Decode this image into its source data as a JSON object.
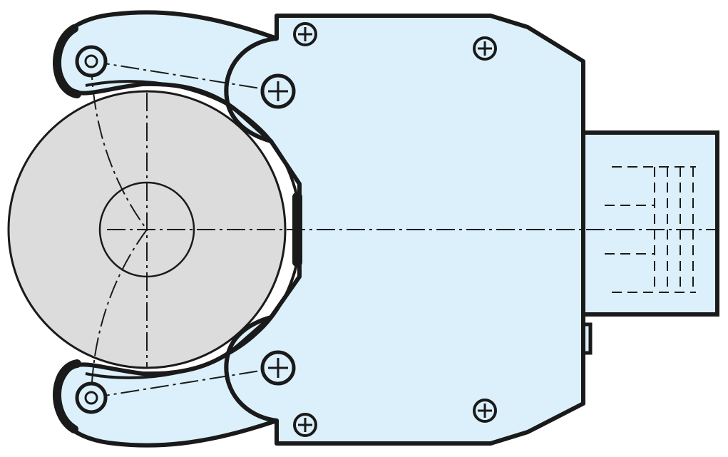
{
  "drawing": {
    "subject": "gripper-with-cylindrical-workpiece",
    "colors": {
      "outline": "#1a1a1a",
      "body_fill": "#dcf0fb",
      "workpiece_fill": "#dcdcdd",
      "background": "#ffffff"
    },
    "parts": [
      "housing-body",
      "upper-jaw",
      "lower-jaw",
      "cylindrical-workpiece",
      "side-connector-block",
      "mounting-screw-icons",
      "centerlines",
      "hidden-lines"
    ]
  }
}
